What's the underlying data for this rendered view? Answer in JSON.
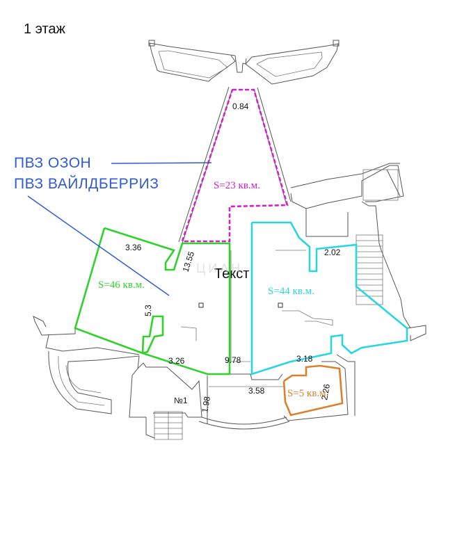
{
  "floor_label": "1 этаж",
  "annotations": {
    "line1": "ПВЗ ОЗОН",
    "line2": "ПВЗ ВАЙЛДБЕРРИЗ",
    "color": "#2f5ad6"
  },
  "center_label": "Текст",
  "watermark": "ЦИАН",
  "rooms": [
    {
      "id": "magenta",
      "area_label": "S=23 кв.м.",
      "color": "#d21fc8"
    },
    {
      "id": "green",
      "area_label": "S=46 кв.м.",
      "color": "#2fd12a"
    },
    {
      "id": "cyan",
      "area_label": "S=44 кв.м.",
      "color": "#27d6e0"
    },
    {
      "id": "orange",
      "area_label": "S=5 кв.м.",
      "color": "#d9822b"
    }
  ],
  "dimensions": {
    "d084": "0.84",
    "d336": "3.36",
    "d1355": "13.55",
    "d53": "5.3",
    "d326": "3.26",
    "d978": "9.78",
    "d318": "3.18",
    "d202": "2.02",
    "d358": "3.58",
    "d198": "1.98",
    "d226": "2.26"
  },
  "room_number": "№1"
}
